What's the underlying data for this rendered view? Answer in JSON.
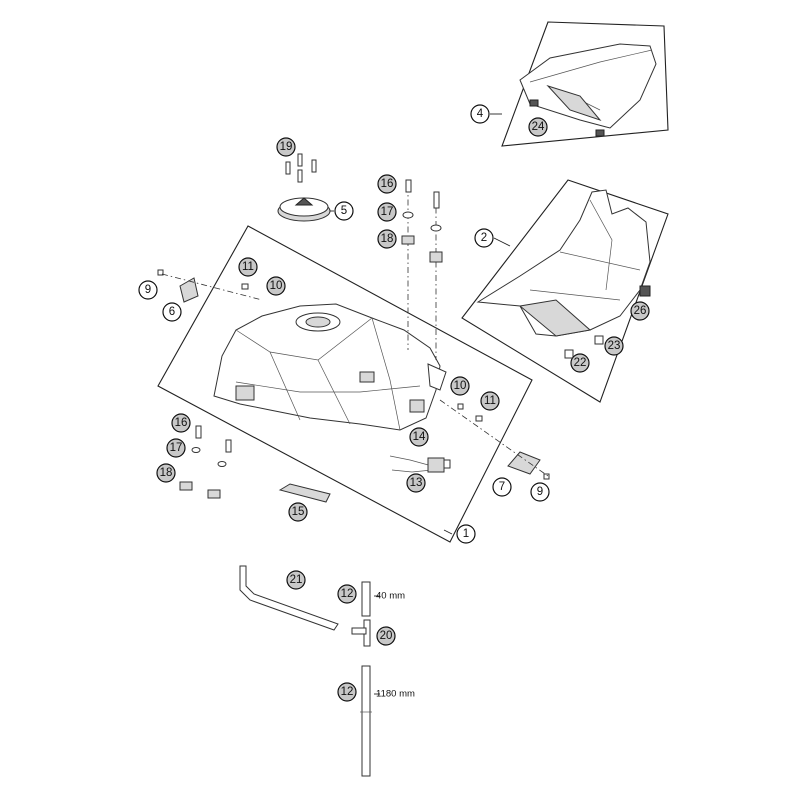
{
  "callouts": [
    {
      "id": "c1",
      "label": "1",
      "style": "white"
    },
    {
      "id": "c2",
      "label": "2",
      "style": "white"
    },
    {
      "id": "c4",
      "label": "4",
      "style": "white"
    },
    {
      "id": "c5",
      "label": "5",
      "style": "white"
    },
    {
      "id": "c6",
      "label": "6",
      "style": "white"
    },
    {
      "id": "c7",
      "label": "7",
      "style": "white"
    },
    {
      "id": "c9a",
      "label": "9",
      "style": "white"
    },
    {
      "id": "c9b",
      "label": "9",
      "style": "white"
    },
    {
      "id": "c10a",
      "label": "10",
      "style": "grey"
    },
    {
      "id": "c10b",
      "label": "10",
      "style": "grey"
    },
    {
      "id": "c11a",
      "label": "11",
      "style": "grey"
    },
    {
      "id": "c11b",
      "label": "11",
      "style": "grey"
    },
    {
      "id": "c12a",
      "label": "12",
      "style": "grey"
    },
    {
      "id": "c12b",
      "label": "12",
      "style": "grey"
    },
    {
      "id": "c13",
      "label": "13",
      "style": "grey"
    },
    {
      "id": "c14",
      "label": "14",
      "style": "grey"
    },
    {
      "id": "c15",
      "label": "15",
      "style": "grey"
    },
    {
      "id": "c16a",
      "label": "16",
      "style": "grey"
    },
    {
      "id": "c16b",
      "label": "16",
      "style": "grey"
    },
    {
      "id": "c17a",
      "label": "17",
      "style": "grey"
    },
    {
      "id": "c17b",
      "label": "17",
      "style": "grey"
    },
    {
      "id": "c18a",
      "label": "18",
      "style": "grey"
    },
    {
      "id": "c18b",
      "label": "18",
      "style": "grey"
    },
    {
      "id": "c19",
      "label": "19",
      "style": "grey"
    },
    {
      "id": "c20",
      "label": "20",
      "style": "grey"
    },
    {
      "id": "c21",
      "label": "21",
      "style": "grey"
    },
    {
      "id": "c22",
      "label": "22",
      "style": "grey"
    },
    {
      "id": "c23",
      "label": "23",
      "style": "grey"
    },
    {
      "id": "c24",
      "label": "24",
      "style": "grey"
    },
    {
      "id": "c26",
      "label": "26",
      "style": "grey"
    }
  ],
  "dimensions": {
    "short_hose": "40 mm",
    "long_hose": "1180 mm"
  }
}
